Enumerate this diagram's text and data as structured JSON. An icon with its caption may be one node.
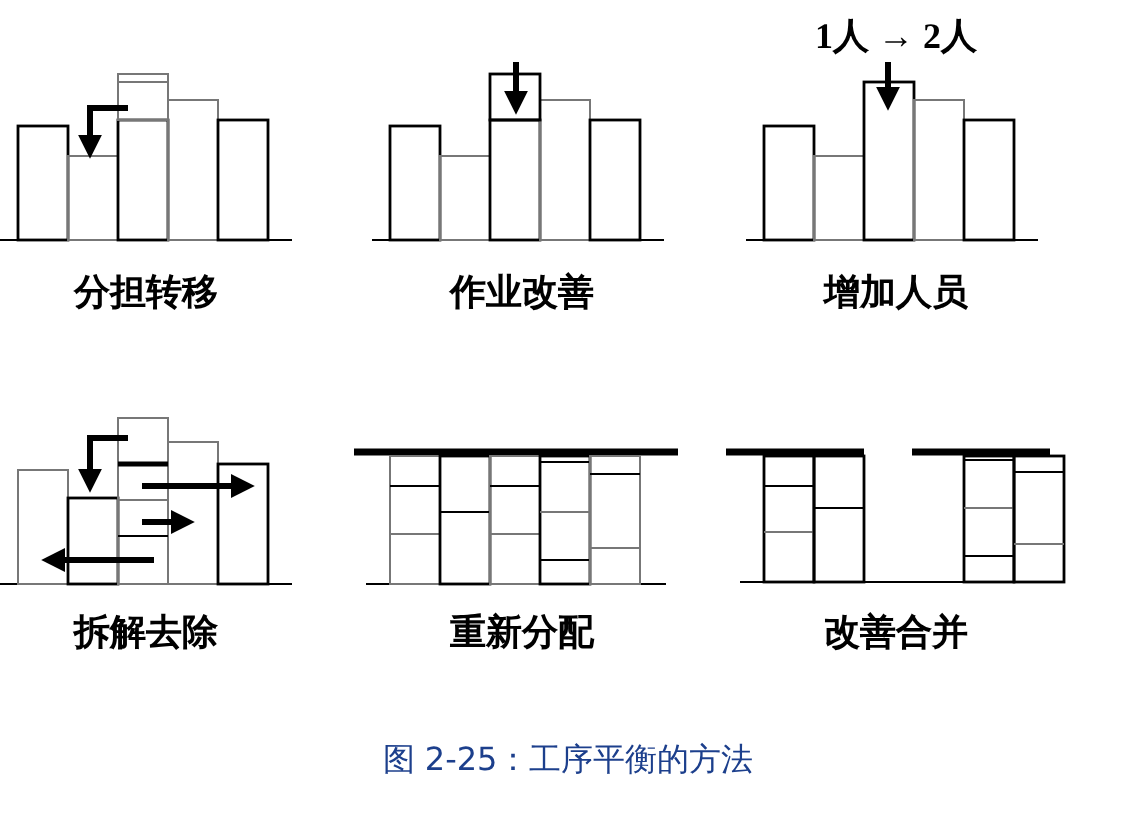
{
  "diagram": {
    "caption": "图 2-25：工序平衡的方法",
    "labels": [
      "1人 → 2人",
      "分担转移",
      "作业改善",
      "增加人员",
      "拆解去除",
      "重新分配",
      "改善合并"
    ]
  }
}
